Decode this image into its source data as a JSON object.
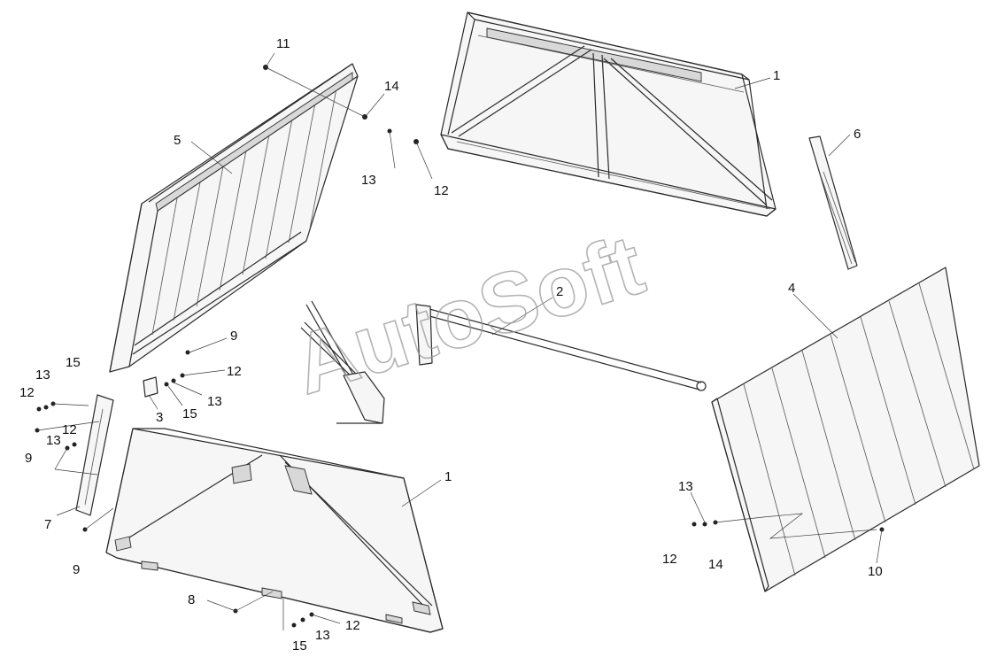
{
  "watermark": "AutoSoft",
  "callouts": {
    "c1a": "1",
    "c1b": "1",
    "c2": "2",
    "c3": "3",
    "c4": "4",
    "c5": "5",
    "c6": "6",
    "c7": "7",
    "c8": "8",
    "c9a": "9",
    "c9b": "9",
    "c9c": "9",
    "c10": "10",
    "c11": "11",
    "c12a": "12",
    "c12b": "12",
    "c12c": "12",
    "c12d": "12",
    "c12e": "12",
    "c12f": "12",
    "c13a": "13",
    "c13b": "13",
    "c13c": "13",
    "c13d": "13",
    "c13e": "13",
    "c13f": "13",
    "c14a": "14",
    "c14b": "14",
    "c15a": "15",
    "c15b": "15",
    "c15c": "15"
  }
}
